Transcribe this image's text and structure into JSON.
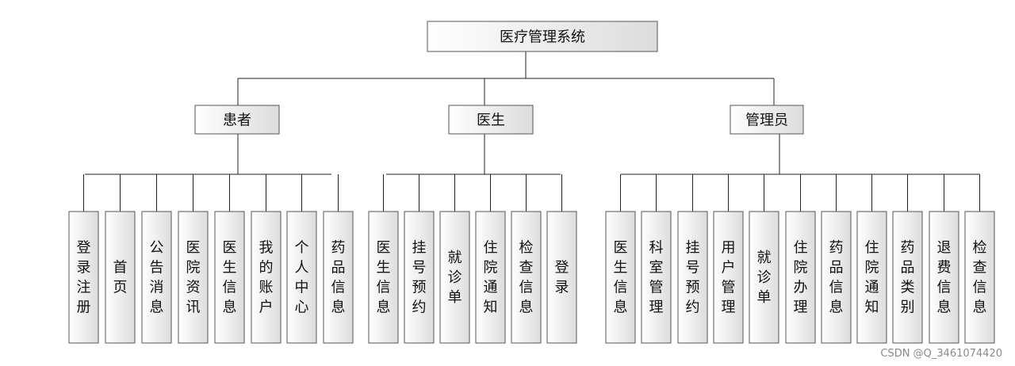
{
  "root": "医疗管理系统",
  "groups": [
    {
      "label": "患者",
      "items": [
        "登录注册",
        "首页",
        "公告消息",
        "医院资讯",
        "医生信息",
        "我的账户",
        "个人中心",
        "药品信息"
      ]
    },
    {
      "label": "医生",
      "items": [
        "医生信息",
        "挂号预约",
        "就诊单",
        "住院通知",
        "检查信息",
        "登录"
      ]
    },
    {
      "label": "管理员",
      "items": [
        "医生信息",
        "科室管理",
        "挂号预约",
        "用户管理",
        "就诊单",
        "住院办理",
        "药品信息",
        "住院通知",
        "药品类别",
        "退费信息",
        "检查信息"
      ]
    }
  ],
  "watermark": "CSDN @Q_3461074420"
}
